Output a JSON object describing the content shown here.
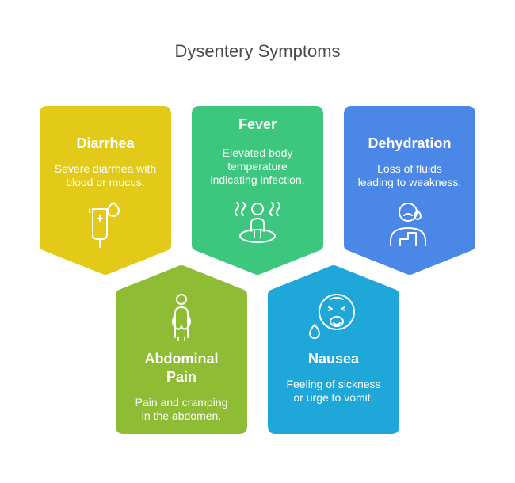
{
  "title": "Dysentery Symptoms",
  "colors": {
    "diarrhea": "#E3CA18",
    "fever": "#3DC77E",
    "dehydration": "#4B87E6",
    "abdominal_pain": "#8FBC35",
    "nausea": "#1FA7DA"
  },
  "cards": {
    "diarrhea": {
      "title": "Diarrhea",
      "desc1": "Severe diarrhea with",
      "desc2": "blood or mucus.",
      "icon": "iv-drip-icon"
    },
    "fever": {
      "title": "Fever",
      "desc1": "Elevated body",
      "desc2": "temperature",
      "desc3": "indicating infection.",
      "icon": "heat-person-icon"
    },
    "dehydration": {
      "title": "Dehydration",
      "desc1": "Loss of fluids",
      "desc2": "leading to weakness.",
      "icon": "sad-person-icon"
    },
    "abdominal_pain": {
      "title1": "Abdominal",
      "title2": "Pain",
      "desc1": "Pain and cramping",
      "desc2": "in the abdomen.",
      "icon": "stomach-ache-person-icon"
    },
    "nausea": {
      "title": "Nausea",
      "desc1": "Feeling of sickness",
      "desc2": "or urge to vomit.",
      "icon": "nauseous-face-icon"
    }
  }
}
